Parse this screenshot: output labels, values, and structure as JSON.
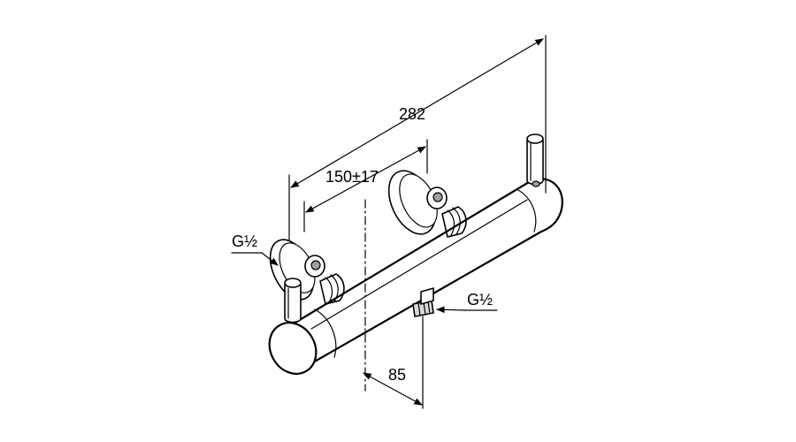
{
  "drawing": {
    "dimension_total_width": "282",
    "dimension_inlet_spacing": "150±17",
    "dimension_outlet_offset": "85",
    "inlet_thread_label": "G½",
    "outlet_thread_label": "G½"
  },
  "colors": {
    "line": "#000000",
    "background": "#ffffff",
    "shade": "#d9d9d9"
  }
}
